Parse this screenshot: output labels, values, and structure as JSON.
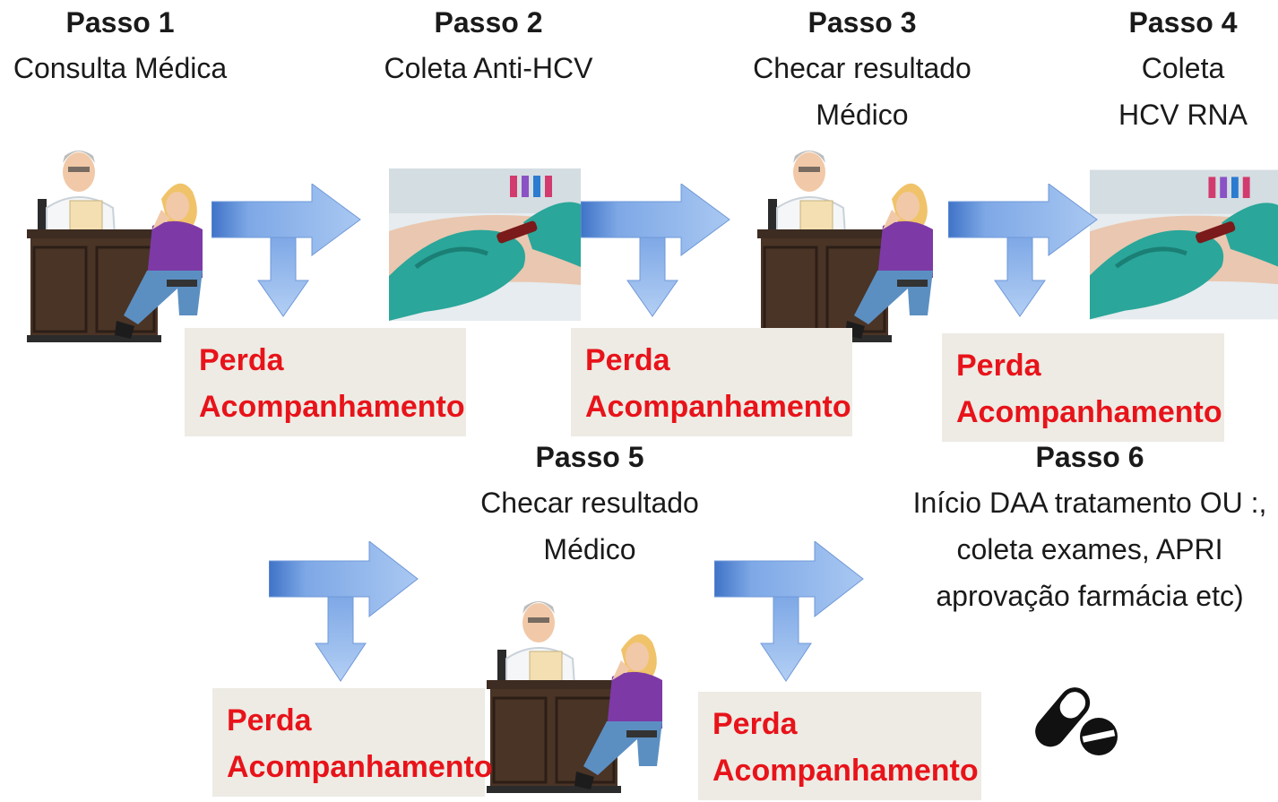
{
  "steps": [
    {
      "title": "Passo 1",
      "lines": [
        "Consulta Médica"
      ],
      "icon": "doctor-consultation-icon"
    },
    {
      "title": "Passo 2",
      "lines": [
        "Coleta Anti-HCV"
      ],
      "icon": "blood-collection-icon"
    },
    {
      "title": "Passo 3",
      "lines": [
        "Checar resultado",
        "Médico"
      ],
      "icon": "doctor-consultation-icon"
    },
    {
      "title": "Passo 4",
      "lines": [
        "Coleta",
        "HCV RNA"
      ],
      "icon": "blood-collection-icon"
    },
    {
      "title": "Passo 5",
      "lines": [
        "Checar resultado",
        "Médico"
      ],
      "icon": "doctor-consultation-icon"
    },
    {
      "title": "Passo 6",
      "lines": [
        "Início  DAA tratamento OU :,",
        "coleta exames, APRI",
        "aprovação farmácia  etc)"
      ],
      "icon": "pill-capsule-icon"
    }
  ],
  "losses": [
    {
      "line1": "Perda",
      "line2": "Acompanhamento"
    },
    {
      "line1": "Perda",
      "line2": "Acompanhamento"
    },
    {
      "line1": "Perda",
      "line2": "Acompanhamento"
    },
    {
      "line1": "Perda",
      "line2": "Acompanhamento"
    },
    {
      "line1": "Perda",
      "line2": "Acompanhamento"
    }
  ],
  "colors": {
    "arrow_fill": "#8db3e8",
    "arrow_dark": "#3f73c7",
    "loss_box": "#edebe4",
    "loss_text": "#e8131a"
  }
}
